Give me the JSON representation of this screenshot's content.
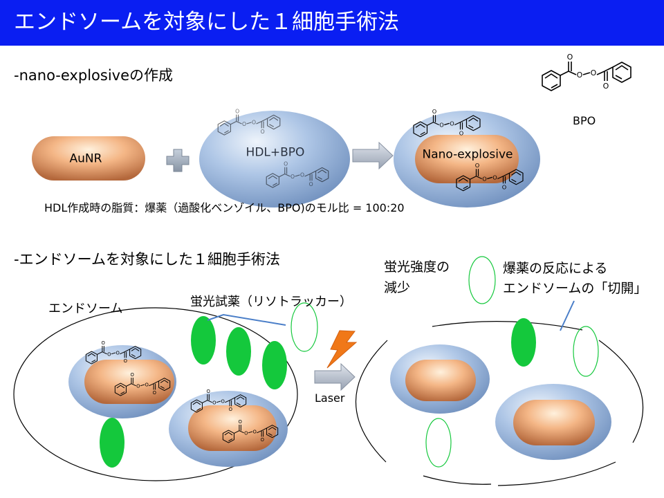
{
  "slide": {
    "title": "エンドソームを対象にした１細胞手術法",
    "section1_heading": "-nano-explosiveの作成",
    "bpo_label": "BPO",
    "aunr_label": "AuNR",
    "hdl_bpo_label": "HDL+BPO",
    "nano_explosive_label": "Nano-explosive",
    "lipid_note": "HDL作成時の脂質：爆薬（過酸化ベンゾイル、BPO)のモル比 = 100:20",
    "section2_heading": "-エンドソームを対象にした１細胞手術法",
    "endosome_label": "エンドソーム",
    "reagent_label": "蛍光試薬（リソトラッカー）",
    "laser_label": "Laser",
    "fluor_decrease_label": [
      "蛍光強度の",
      "減少"
    ],
    "incision_label": [
      "爆薬の反応による",
      "エンドソームの「切開」"
    ],
    "chem_atom_oxygen": "O"
  },
  "colors": {
    "title_bar": "#0a1ef2",
    "fluorescent_green": "#14c83c",
    "arrow_gray": "#a8b0bc",
    "lightning_orange": "#f07818",
    "pointer_line": "#4a7ec8",
    "hdl_blue": "#9ab8de",
    "aunr_orange": "#e8a070"
  }
}
